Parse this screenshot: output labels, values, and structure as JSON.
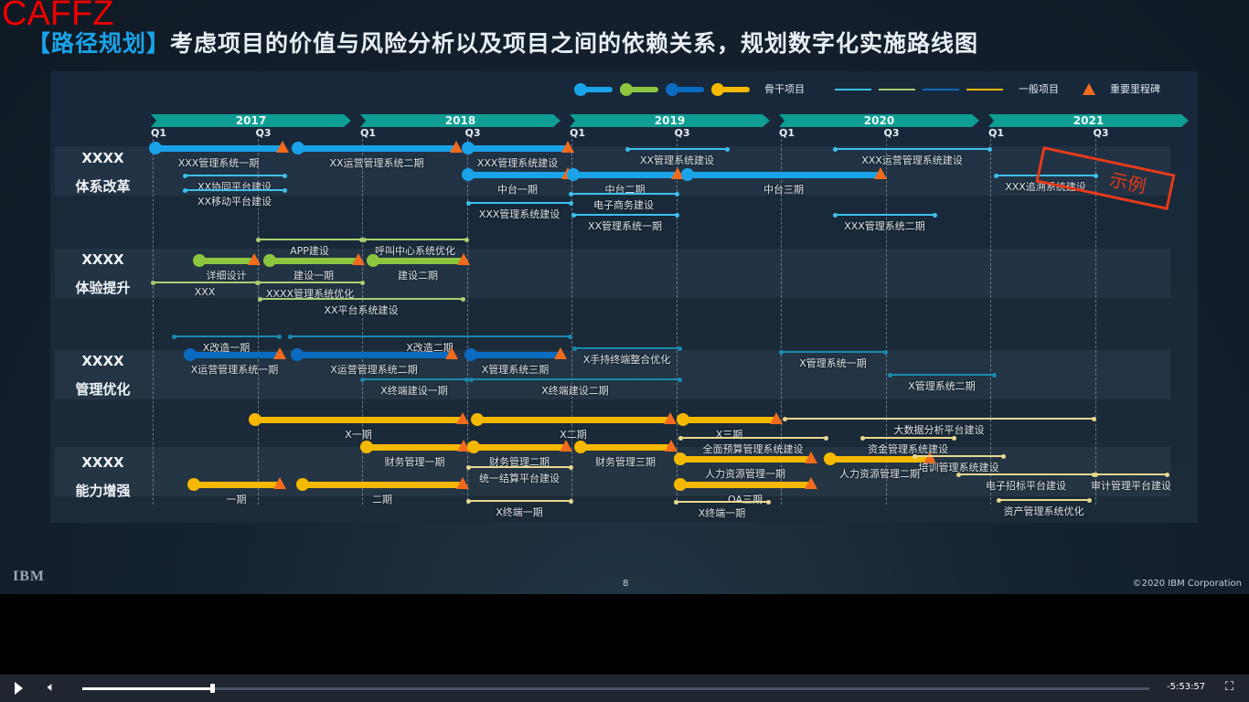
{
  "watermark": "CAFFZ",
  "slide": {
    "title_tag": "【路径规划】",
    "title": "考虑项目的价值与风险分析以及项目之间的依赖关系，规划数字化实施路线图",
    "legend": {
      "major": "骨干项目",
      "minor": "一般项目",
      "milestone": "重要里程碑"
    },
    "colors": {
      "blue": "#1aa3e8",
      "green": "#8cc63f",
      "darkblue": "#0a6bc0",
      "yellow": "#f5b800",
      "milestone": "#f26b1d",
      "minor_darkblue": "#1a8ab0",
      "minor_yellow": "#e8d890",
      "minor_green": "#a8d070",
      "minor_blue": "#3cc0ee",
      "year_bar": "#0e9e94"
    },
    "years": [
      "2017",
      "2018",
      "2019",
      "2020",
      "2021"
    ],
    "quarters": [
      "Q1",
      "Q3"
    ],
    "categories": [
      {
        "code": "XXXX",
        "name": "体系改革"
      },
      {
        "code": "XXXX",
        "name": "体验提升"
      },
      {
        "code": "XXXX",
        "name": "管理优化"
      },
      {
        "code": "XXXX",
        "name": "能力增强"
      }
    ],
    "stamp": "示例",
    "items": [
      {
        "label": "XXX管理系统一期",
        "type": "major",
        "color": "blue",
        "milestone": true
      },
      {
        "label": "XX运营管理系统二期",
        "type": "major",
        "color": "blue",
        "milestone": true
      },
      {
        "label": "XXX管理系统建设",
        "type": "major",
        "color": "blue",
        "milestone": true
      },
      {
        "label": "XX协同平台建设",
        "type": "minor",
        "color": "minor_blue",
        "milestone": false
      },
      {
        "label": "XX移动平台建设",
        "type": "minor",
        "color": "minor_blue",
        "milestone": false
      },
      {
        "label": "中台一期",
        "type": "major",
        "color": "blue",
        "milestone": true
      },
      {
        "label": "中台二期",
        "type": "major",
        "color": "blue",
        "milestone": true
      },
      {
        "label": "中台三期",
        "type": "major",
        "color": "blue",
        "milestone": true
      },
      {
        "label": "XX管理系统建设",
        "type": "minor",
        "color": "minor_blue",
        "milestone": false
      },
      {
        "label": "XXX运营管理系统建设",
        "type": "minor",
        "color": "minor_blue",
        "milestone": false
      },
      {
        "label": "电子商务建设",
        "type": "minor",
        "color": "minor_blue",
        "milestone": false
      },
      {
        "label": "XXX管理系统建设",
        "type": "minor",
        "color": "minor_blue",
        "milestone": false
      },
      {
        "label": "XX管理系统一期",
        "type": "minor",
        "color": "minor_blue",
        "milestone": false
      },
      {
        "label": "XXX管理系统二期",
        "type": "minor",
        "color": "minor_blue",
        "milestone": false
      },
      {
        "label": "XXX追溯系统建设",
        "type": "minor",
        "color": "minor_blue",
        "milestone": false
      },
      {
        "label": "详细设计",
        "type": "major",
        "color": "green",
        "milestone": true
      },
      {
        "label": "建设一期",
        "type": "major",
        "color": "green",
        "milestone": true
      },
      {
        "label": "建设二期",
        "type": "major",
        "color": "green",
        "milestone": true
      },
      {
        "label": "APP建设",
        "type": "minor",
        "color": "minor_green",
        "milestone": false
      },
      {
        "label": "呼叫中心系统优化",
        "type": "minor",
        "color": "minor_green",
        "milestone": false
      },
      {
        "label": "XXX",
        "type": "minor",
        "color": "minor_green",
        "milestone": false
      },
      {
        "label": "XXXX管理系统优化",
        "type": "minor",
        "color": "minor_green",
        "milestone": false
      },
      {
        "label": "XX平台系统建设",
        "type": "minor",
        "color": "minor_green",
        "milestone": false
      },
      {
        "label": "X改造一期",
        "type": "minor",
        "color": "minor_darkblue",
        "milestone": false
      },
      {
        "label": "X改造二期",
        "type": "minor",
        "color": "minor_darkblue",
        "milestone": false
      },
      {
        "label": "X运营管理系统一期",
        "type": "major",
        "color": "darkblue",
        "milestone": true
      },
      {
        "label": "X运营管理系统二期",
        "type": "major",
        "color": "darkblue",
        "milestone": true
      },
      {
        "label": "X管理系统三期",
        "type": "major",
        "color": "darkblue",
        "milestone": true
      },
      {
        "label": "X手持终端整合优化",
        "type": "minor",
        "color": "minor_darkblue",
        "milestone": false
      },
      {
        "label": "X终端建设一期",
        "type": "minor",
        "color": "minor_darkblue",
        "milestone": false
      },
      {
        "label": "X终端建设二期",
        "type": "minor",
        "color": "minor_darkblue",
        "milestone": false
      },
      {
        "label": "X管理系统一期",
        "type": "minor",
        "color": "minor_darkblue",
        "milestone": false
      },
      {
        "label": "X管理系统二期",
        "type": "minor",
        "color": "minor_darkblue",
        "milestone": false
      },
      {
        "label": "X一期",
        "type": "major",
        "color": "yellow",
        "milestone": true
      },
      {
        "label": "X二期",
        "type": "major",
        "color": "yellow",
        "milestone": true
      },
      {
        "label": "X三期",
        "type": "major",
        "color": "yellow",
        "milestone": true
      },
      {
        "label": "财务管理一期",
        "type": "major",
        "color": "yellow",
        "milestone": true
      },
      {
        "label": "财务管理二期",
        "type": "major",
        "color": "yellow",
        "milestone": true
      },
      {
        "label": "财务管理三期",
        "type": "major",
        "color": "yellow",
        "milestone": true
      },
      {
        "label": "人力资源管理一期",
        "type": "major",
        "color": "yellow",
        "milestone": true
      },
      {
        "label": "人力资源管理二期",
        "type": "major",
        "color": "yellow",
        "milestone": true
      },
      {
        "label": "OA三期",
        "type": "major",
        "color": "yellow",
        "milestone": true
      },
      {
        "label": "一期",
        "type": "major",
        "color": "yellow",
        "milestone": true
      },
      {
        "label": "二期",
        "type": "major",
        "color": "yellow",
        "milestone": true
      },
      {
        "label": "统一结算平台建设",
        "type": "minor",
        "color": "minor_yellow",
        "milestone": false
      },
      {
        "label": "X终端一期",
        "type": "minor",
        "color": "minor_yellow",
        "milestone": false
      },
      {
        "label": "大数据分析平台建设",
        "type": "minor",
        "color": "minor_yellow",
        "milestone": false
      },
      {
        "label": "全面预算管理系统建设",
        "type": "minor",
        "color": "minor_yellow",
        "milestone": false
      },
      {
        "label": "资金管理系统建设",
        "type": "minor",
        "color": "minor_yellow",
        "milestone": false
      },
      {
        "label": "培训管理系统建设",
        "type": "minor",
        "color": "minor_yellow",
        "milestone": false
      },
      {
        "label": "电子招标平台建设",
        "type": "minor",
        "color": "minor_yellow",
        "milestone": false
      },
      {
        "label": "审计管理平台建设",
        "type": "minor",
        "color": "minor_yellow",
        "milestone": false
      },
      {
        "label": "资产管理系统优化",
        "type": "minor",
        "color": "minor_yellow",
        "milestone": false
      },
      {
        "label": "X终端一期",
        "type": "minor",
        "color": "minor_yellow",
        "milestone": false
      }
    ],
    "footer": {
      "logo": "IBM",
      "page": "8",
      "copyright": "©2020 IBM Corporation"
    }
  },
  "player": {
    "progress_percent": 12.2,
    "time_remaining": "-5:53:57",
    "play_icon": "play-icon",
    "volume_icon": "volume-icon",
    "fullscreen_icon": "fullscreen-icon"
  }
}
